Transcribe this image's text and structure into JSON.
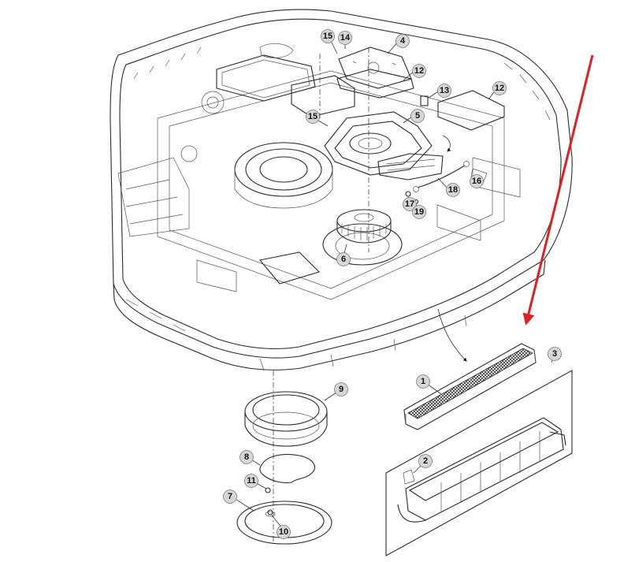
{
  "diagram": {
    "callouts": [
      {
        "id": "c15a",
        "label": "15"
      },
      {
        "id": "c14",
        "label": "14"
      },
      {
        "id": "c4",
        "label": "4"
      },
      {
        "id": "c12a",
        "label": "12"
      },
      {
        "id": "c12b",
        "label": "12"
      },
      {
        "id": "c13",
        "label": "13"
      },
      {
        "id": "c15b",
        "label": "15"
      },
      {
        "id": "c5",
        "label": "5"
      },
      {
        "id": "c18",
        "label": "18"
      },
      {
        "id": "c16",
        "label": "16"
      },
      {
        "id": "c17",
        "label": "17"
      },
      {
        "id": "c19",
        "label": "19"
      },
      {
        "id": "c6",
        "label": "6"
      },
      {
        "id": "c9",
        "label": "9"
      },
      {
        "id": "c8",
        "label": "8"
      },
      {
        "id": "c11",
        "label": "11"
      },
      {
        "id": "c7",
        "label": "7"
      },
      {
        "id": "c10",
        "label": "10"
      },
      {
        "id": "c1",
        "label": "1"
      },
      {
        "id": "c2",
        "label": "2"
      },
      {
        "id": "c3",
        "label": "3"
      }
    ],
    "colors": {
      "line": "#2a2a2a",
      "callout_fill": "#d6d6d6",
      "highlight_arrow": "#e02020",
      "filter_mesh": "#333333"
    }
  }
}
